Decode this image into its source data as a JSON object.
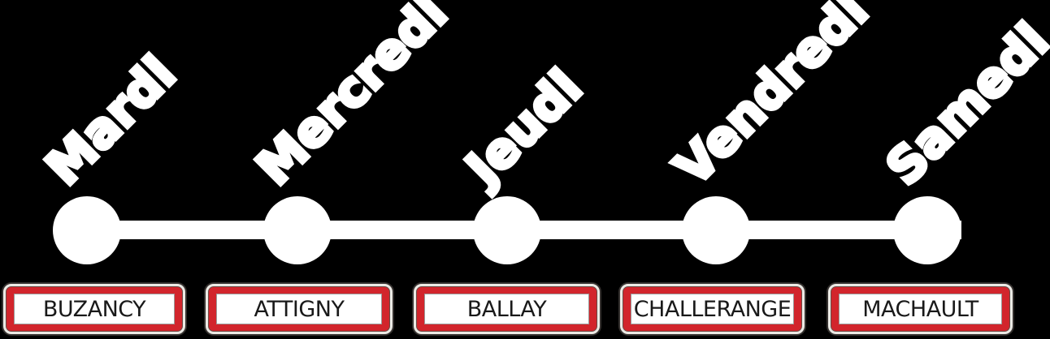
{
  "diagram": {
    "type": "itinerary-timeline",
    "background_color": "#000000",
    "line_color": "#ffffff",
    "node_color": "#ffffff",
    "sign_border_color": "#d2252c",
    "stops": [
      {
        "day": "Mardi",
        "town": "BUZANCY"
      },
      {
        "day": "Mercredi",
        "town": "ATTIGNY"
      },
      {
        "day": "Jeudi",
        "town": "BALLAY"
      },
      {
        "day": "Vendredi",
        "town": "CHALLERANGE"
      },
      {
        "day": "Samedi",
        "town": "MACHAULT"
      }
    ]
  }
}
